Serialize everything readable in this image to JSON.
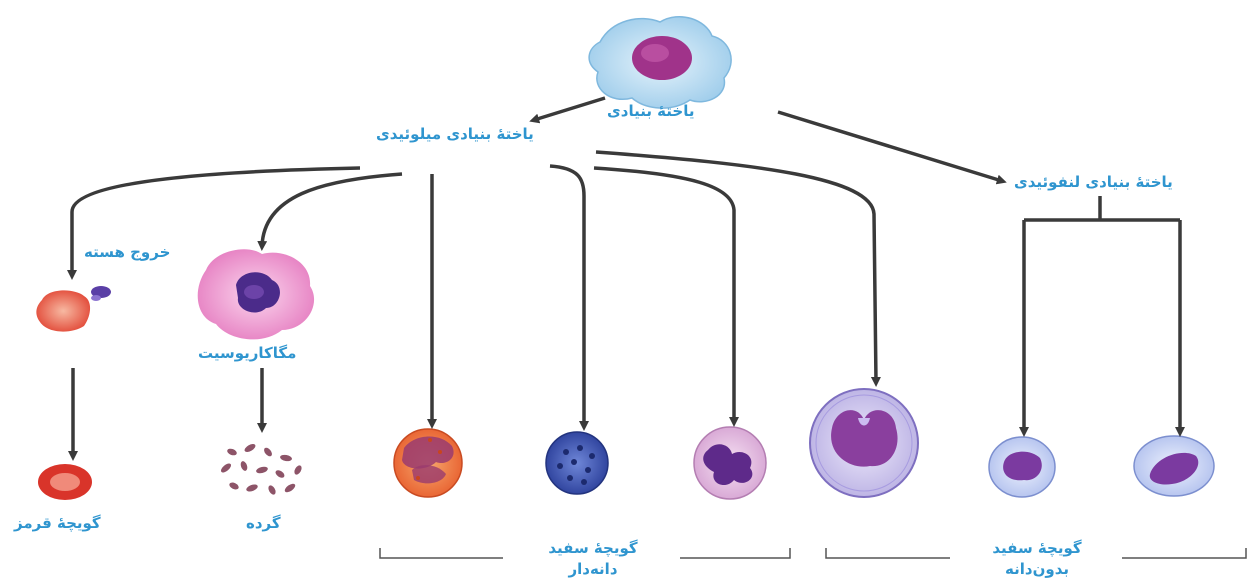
{
  "labels": {
    "stem_cell": "یاختهٔ بنیادی",
    "myeloid_stem_cell": "یاختهٔ بنیادی میلوئیدی",
    "lymphoid_stem_cell": "یاختهٔ بنیادی لنفوئیدی",
    "nucleus_exit": "خروج هسته",
    "megakaryocyte": "مگاکاریوسیت",
    "red_blood_cell": "گویچهٔ قرمز",
    "platelets": "گرده",
    "granular_wbc_line1": "گویچهٔ سفید",
    "granular_wbc_line2": "دانه‌دار",
    "agranular_wbc_line1": "گویچهٔ سفید",
    "agranular_wbc_line2": "بدون‌دانه"
  },
  "colors": {
    "label_text": "#2f95cf",
    "arrow": "#3a3a3a",
    "bracket": "#555555",
    "stem_cell_body": "#bfe0f5",
    "megakaryocyte_body": "#f2a9d8",
    "red_blood_cell": "#e0402f",
    "eosinophil": "#ef7d4d",
    "basophil": "#3a56b8",
    "neutrophil": "#e8bfe3",
    "monocyte": "#d3c7ee",
    "lymphocyte": "#c9d4f4"
  }
}
